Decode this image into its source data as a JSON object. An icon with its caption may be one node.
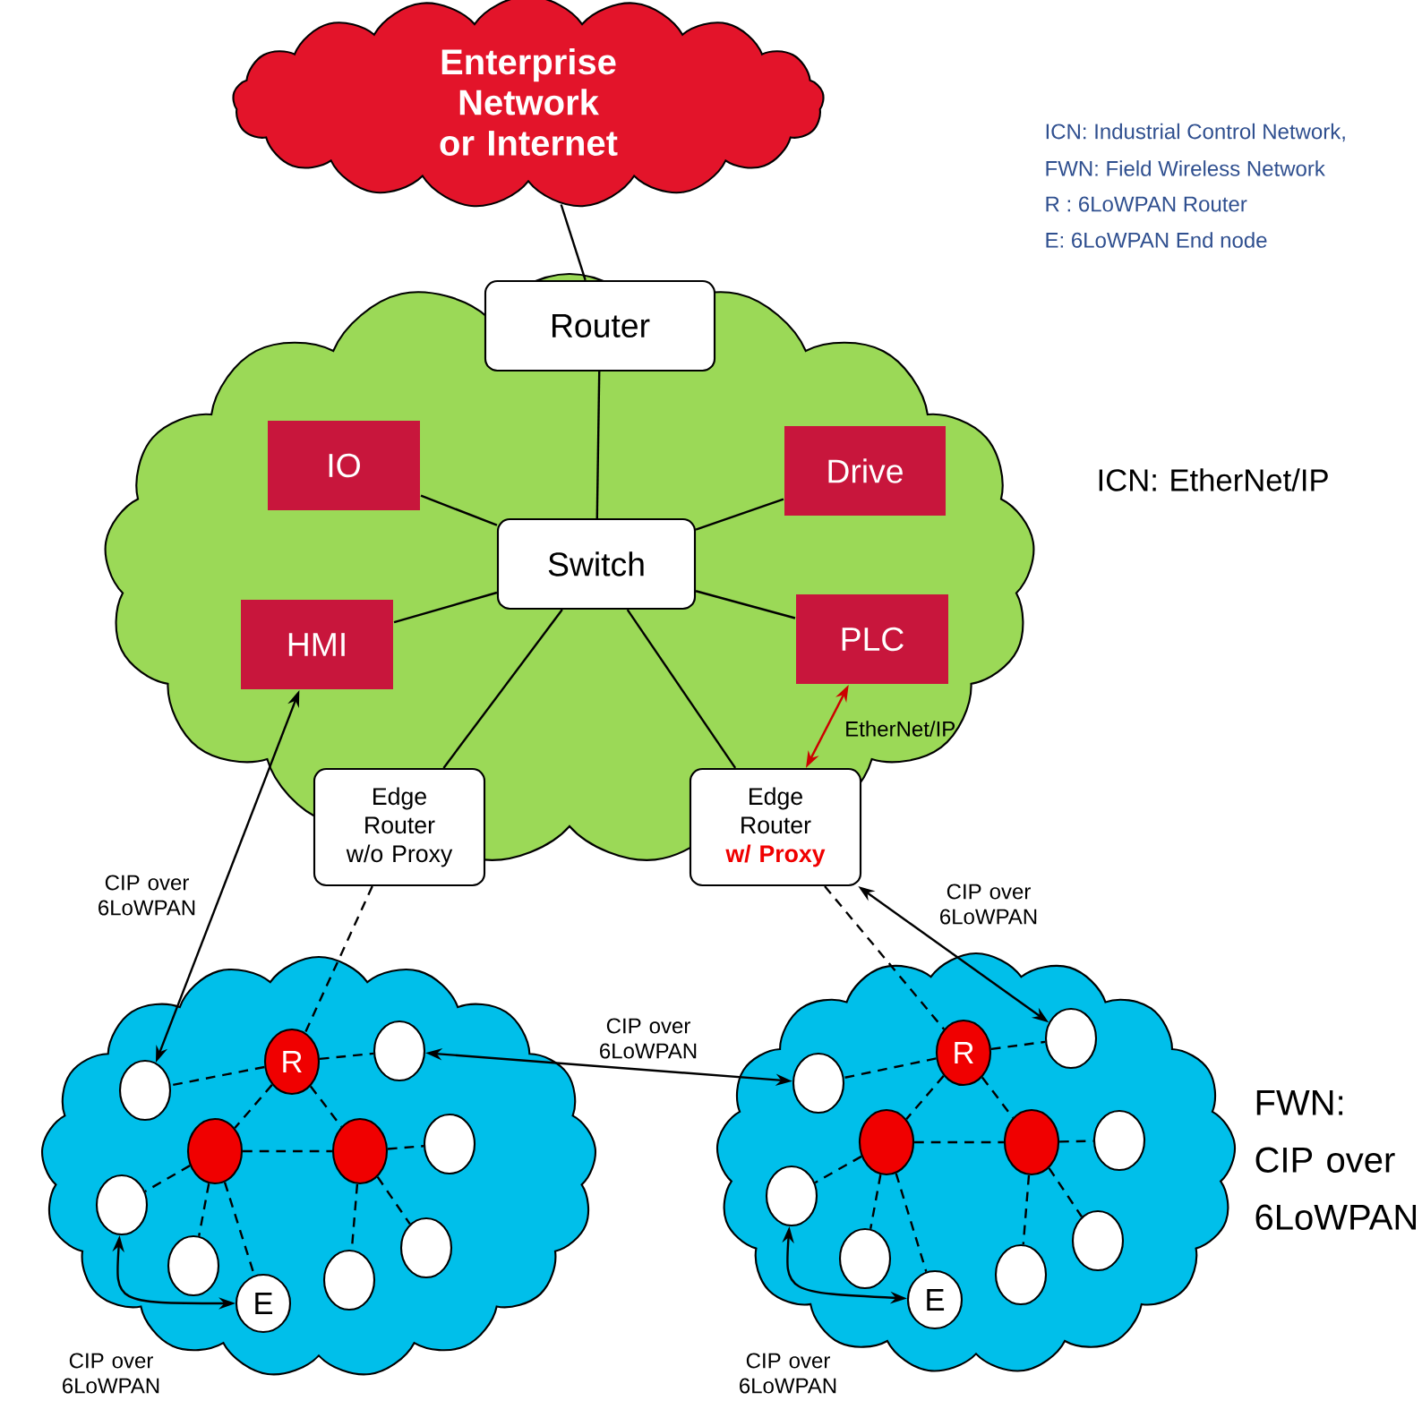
{
  "diagram": {
    "nodes": [
      {
        "text": [
          "Enterprise Network or Internet"
        ]
      },
      {
        "text": [
          "Router"
        ],
        "in": 2
      },
      {
        "text": [],
        "shape": "cloud",
        "beside": [
          "ICN: EtherNet/IP"
        ]
      },
      {
        "text": [
          "IO"
        ],
        "in": 2
      },
      {
        "text": [
          "Drive"
        ],
        "in": 2
      },
      {
        "text": [
          "Switch"
        ],
        "in": 2
      },
      {
        "text": [
          "HMI"
        ],
        "in": 2
      },
      {
        "text": [
          "PLC"
        ],
        "in": 2
      },
      {
        "text": [
          "Edge Router w/o Proxy"
        ],
        "in": 2
      },
      {
        "text": [
          "Edge Router",
          "w/ Proxy"
        ],
        "in": 2
      },
      {
        "text": [],
        "shape": "cloud"
      },
      {
        "text": [
          "R"
        ],
        "in": 10
      },
      {
        "text": [],
        "shape": "circle",
        "in": 10
      },
      {
        "text": [],
        "shape": "circle",
        "in": 10
      },
      {
        "text": [],
        "shape": "circle",
        "in": 10
      },
      {
        "text": [],
        "shape": "circle",
        "in": 10
      },
      {
        "text": [],
        "shape": "circle",
        "in": 10
      },
      {
        "text": [],
        "shape": "circle",
        "in": 10
      },
      {
        "text": [],
        "shape": "circle",
        "in": 10
      },
      {
        "text": [],
        "shape": "circle",
        "in": 10
      },
      {
        "text": [],
        "shape": "circle",
        "in": 10
      },
      {
        "text": [
          "E"
        ],
        "in": 10
      },
      {
        "text": [],
        "shape": "cloud",
        "beside": [
          "FWN: CIP over 6LoWPAN"
        ]
      },
      {
        "text": [
          "R"
        ],
        "in": 22
      },
      {
        "text": [],
        "shape": "circle",
        "in": 22
      },
      {
        "text": [],
        "shape": "circle",
        "in": 22
      },
      {
        "text": [],
        "shape": "circle",
        "in": 22
      },
      {
        "text": [],
        "shape": "circle",
        "in": 22
      },
      {
        "text": [],
        "shape": "circle",
        "in": 22
      },
      {
        "text": [],
        "shape": "circle",
        "in": 22
      },
      {
        "text": [],
        "shape": "circle",
        "in": 22
      },
      {
        "text": [],
        "shape": "circle",
        "in": 22
      },
      {
        "text": [],
        "shape": "circle",
        "in": 22
      },
      {
        "text": [
          "E"
        ],
        "in": 22
      }
    ],
    "edges": [
      {
        "from": 0,
        "to": 1,
        "arrow": "none"
      },
      {
        "from": 1,
        "to": 5,
        "arrow": "none"
      },
      {
        "from": 3,
        "to": 5,
        "arrow": "none"
      },
      {
        "from": 4,
        "to": 5,
        "arrow": "none"
      },
      {
        "from": 6,
        "to": 5,
        "arrow": "none"
      },
      {
        "from": 7,
        "to": 5,
        "arrow": "none"
      },
      {
        "from": 5,
        "to": 8,
        "arrow": "none"
      },
      {
        "from": 5,
        "to": 9,
        "arrow": "none"
      },
      {
        "from": 7,
        "to": 9,
        "arrow": "both",
        "label": "EtherNet/IP",
        "color": "#cc0000"
      },
      {
        "from": 6,
        "to": 14,
        "arrow": "both",
        "label": "CIP over 6LoWPAN"
      },
      {
        "from": 9,
        "to": 27,
        "arrow": "both",
        "label": "CIP over 6LoWPAN"
      },
      {
        "from": 15,
        "to": 26,
        "arrow": "both",
        "label": "CIP over 6LoWPAN"
      },
      {
        "from": 17,
        "to": 21,
        "arrow": "both",
        "label": "CIP over 6LoWPAN"
      },
      {
        "from": 29,
        "to": 33,
        "arrow": "both",
        "label": "CIP over 6LoWPAN"
      },
      {
        "from": 8,
        "to": 11,
        "arrow": "none",
        "style": "dashed"
      },
      {
        "from": 9,
        "to": 23,
        "arrow": "none",
        "style": "dashed"
      },
      {
        "from": 11,
        "to": 14,
        "arrow": "none",
        "style": "dashed"
      },
      {
        "from": 11,
        "to": 15,
        "arrow": "none",
        "style": "dashed"
      },
      {
        "from": 11,
        "to": 12,
        "arrow": "none",
        "style": "dashed"
      },
      {
        "from": 11,
        "to": 13,
        "arrow": "none",
        "style": "dashed"
      },
      {
        "from": 12,
        "to": 13,
        "arrow": "none",
        "style": "dashed"
      },
      {
        "from": 12,
        "to": 17,
        "arrow": "none",
        "style": "dashed"
      },
      {
        "from": 12,
        "to": 18,
        "arrow": "none",
        "style": "dashed"
      },
      {
        "from": 12,
        "to": 21,
        "arrow": "none",
        "style": "dashed"
      },
      {
        "from": 13,
        "to": 16,
        "arrow": "none",
        "style": "dashed"
      },
      {
        "from": 13,
        "to": 19,
        "arrow": "none",
        "style": "dashed"
      },
      {
        "from": 13,
        "to": 20,
        "arrow": "none",
        "style": "dashed"
      },
      {
        "from": 23,
        "to": 26,
        "arrow": "none",
        "style": "dashed"
      },
      {
        "from": 23,
        "to": 27,
        "arrow": "none",
        "style": "dashed"
      },
      {
        "from": 23,
        "to": 24,
        "arrow": "none",
        "style": "dashed"
      },
      {
        "from": 23,
        "to": 25,
        "arrow": "none",
        "style": "dashed"
      },
      {
        "from": 24,
        "to": 25,
        "arrow": "none",
        "style": "dashed"
      },
      {
        "from": 24,
        "to": 29,
        "arrow": "none",
        "style": "dashed"
      },
      {
        "from": 24,
        "to": 30,
        "arrow": "none",
        "style": "dashed"
      },
      {
        "from": 24,
        "to": 33,
        "arrow": "none",
        "style": "dashed"
      },
      {
        "from": 25,
        "to": 28,
        "arrow": "none",
        "style": "dashed"
      },
      {
        "from": 25,
        "to": 31,
        "arrow": "none",
        "style": "dashed"
      },
      {
        "from": 25,
        "to": 32,
        "arrow": "none",
        "style": "dashed"
      }
    ],
    "labels": [
      "ICN: Industrial Control Network,",
      "FWN: Field Wireless Network",
      "R : 6LoWPAN Router",
      "E: 6LoWPAN End node"
    ]
  }
}
